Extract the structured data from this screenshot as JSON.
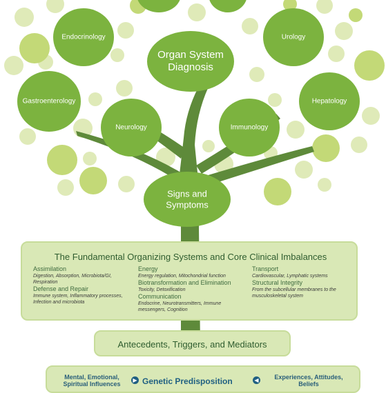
{
  "tree": {
    "specialties": [
      {
        "id": "endocrinology",
        "label": "Endocrinology"
      },
      {
        "id": "urology",
        "label": "Urology"
      },
      {
        "id": "gastroenterology",
        "label": "Gastroenterology"
      },
      {
        "id": "hepatology",
        "label": "Hepatology"
      },
      {
        "id": "neurology",
        "label": "Neurology"
      },
      {
        "id": "immunology",
        "label": "Immunology"
      }
    ],
    "top_node": "Organ System Diagnosis",
    "trunk_node": "Signs and Symptoms"
  },
  "core": {
    "title": "The Fundamental Organizing Systems and Core Clinical Imbalances",
    "columns": [
      [
        {
          "head": "Assimilation",
          "desc": "Digestion, Absorption, Microbiota/GI, Respiration"
        },
        {
          "head": "Defense and Repair",
          "desc": "Immune system, Inflammatory processes, Infection and microbiota"
        }
      ],
      [
        {
          "head": "Energy",
          "desc": "Energy regulation, Mitochondrial function"
        },
        {
          "head": "Biotransformation and Elimination",
          "desc": "Toxicity, Detoxification"
        },
        {
          "head": "Communication",
          "desc": "Endocrine, Neurotransmitters, Immune messengers, Cognition"
        }
      ],
      [
        {
          "head": "Transport",
          "desc": "Cardiovascular, Lymphatic systems"
        },
        {
          "head": "Structural Integrity",
          "desc": "From the subcellular membranes to the musculoskeletal system"
        }
      ]
    ]
  },
  "antecedents": "Antecedents, Triggers, and Mediators",
  "roots": {
    "left": "Mental, Emotional, Spiritual Influences",
    "center": "Genetic Predisposition",
    "right": "Experiences, Attitudes, Beliefs"
  },
  "colors": {
    "leaf_dark": "#7cb33f",
    "leaf_light": "#cfe39a",
    "trunk": "#5e8a3a",
    "panel": "#d9e8b6",
    "title_green": "#2f5d2f",
    "root_blue": "#1f5f82"
  }
}
